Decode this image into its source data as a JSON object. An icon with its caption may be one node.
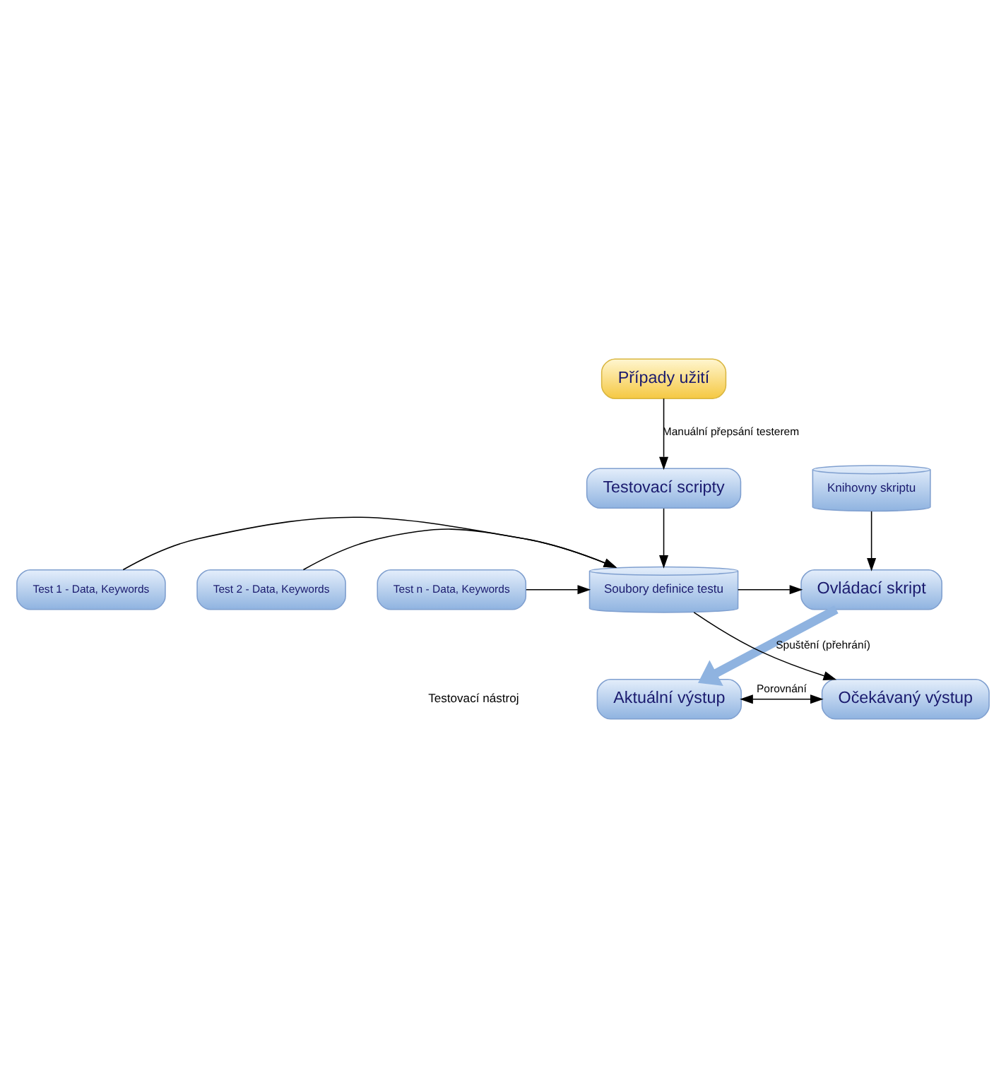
{
  "diagram": {
    "nodes": [
      {
        "text": [
          "Případy užití"
        ]
      },
      {
        "text": [
          "Knihovny skriptu"
        ]
      },
      {
        "text": [
          "Testovací scripty"
        ]
      },
      {
        "text": [
          "Ovládací skript"
        ]
      },
      {
        "text": [
          "Soubory definice testu"
        ]
      },
      {
        "text": [
          "Test 1 - Data, Keywords"
        ]
      },
      {
        "text": [
          "Test 2 - Data, Keywords"
        ]
      },
      {
        "text": [
          "Test n - Data, Keywords"
        ]
      },
      {
        "text": [
          "Aktuální výstup"
        ]
      },
      {
        "text": [
          "Očekávaný výstup"
        ]
      }
    ],
    "edges": [
      {
        "from": 0,
        "to": 2,
        "arrow": "to",
        "label": "Manuální přepsání testerem"
      },
      {
        "from": 1,
        "to": 3,
        "arrow": "to"
      },
      {
        "from": 2,
        "to": 4,
        "arrow": "to"
      },
      {
        "from": 4,
        "to": 3,
        "arrow": "to"
      },
      {
        "from": 5,
        "to": 4,
        "arrow": "to"
      },
      {
        "from": 6,
        "to": 4,
        "arrow": "to"
      },
      {
        "from": 7,
        "to": 4,
        "arrow": "to"
      },
      {
        "from": 4,
        "to": 9,
        "arrow": "to"
      },
      {
        "from": 3,
        "to": 8,
        "arrow": "to",
        "label": "Spuštění (přehrání)",
        "style": "thick",
        "color": "#8fb3e0"
      },
      {
        "from": 8,
        "to": 9,
        "arrow": "both",
        "label": "Porovnání"
      }
    ],
    "labels": [
      "Testovací nástroj"
    ]
  }
}
